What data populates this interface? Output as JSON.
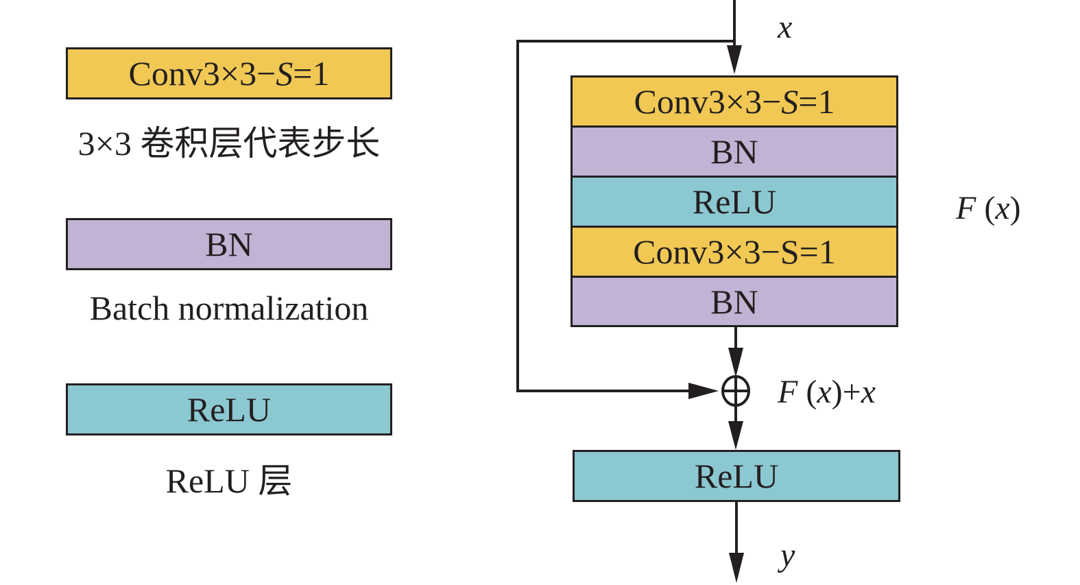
{
  "colors": {
    "conv": "#f0c853",
    "bn": "#c1b3d4",
    "relu": "#8cc8d1",
    "line": "#231f20"
  },
  "legend": [
    {
      "type": "conv",
      "label_pre": "Conv3×3−",
      "label_var": "S",
      "label_post": "=1",
      "caption": "3×3 卷积层代表步长"
    },
    {
      "type": "bn",
      "label": "BN",
      "caption": "Batch normalization"
    },
    {
      "type": "relu",
      "label": "ReLU",
      "caption": "ReLU 层"
    }
  ],
  "block": {
    "input_label": "x",
    "layers": [
      {
        "type": "conv",
        "label_pre": "Conv3×3−",
        "label_var": "S",
        "label_post": "=1"
      },
      {
        "type": "bn",
        "label": "BN"
      },
      {
        "type": "relu",
        "label": "ReLU"
      },
      {
        "type": "conv",
        "label": "Conv3×3−S=1"
      },
      {
        "type": "bn",
        "label": "BN"
      }
    ],
    "residual_label": {
      "f": "F",
      "open": " (",
      "x": "x",
      "close": ")"
    },
    "sum_label": {
      "f": "F",
      "open": " (",
      "x": "x",
      "close": ")+",
      "x2": "x"
    },
    "output_relu": "ReLU",
    "output_label": "y"
  }
}
